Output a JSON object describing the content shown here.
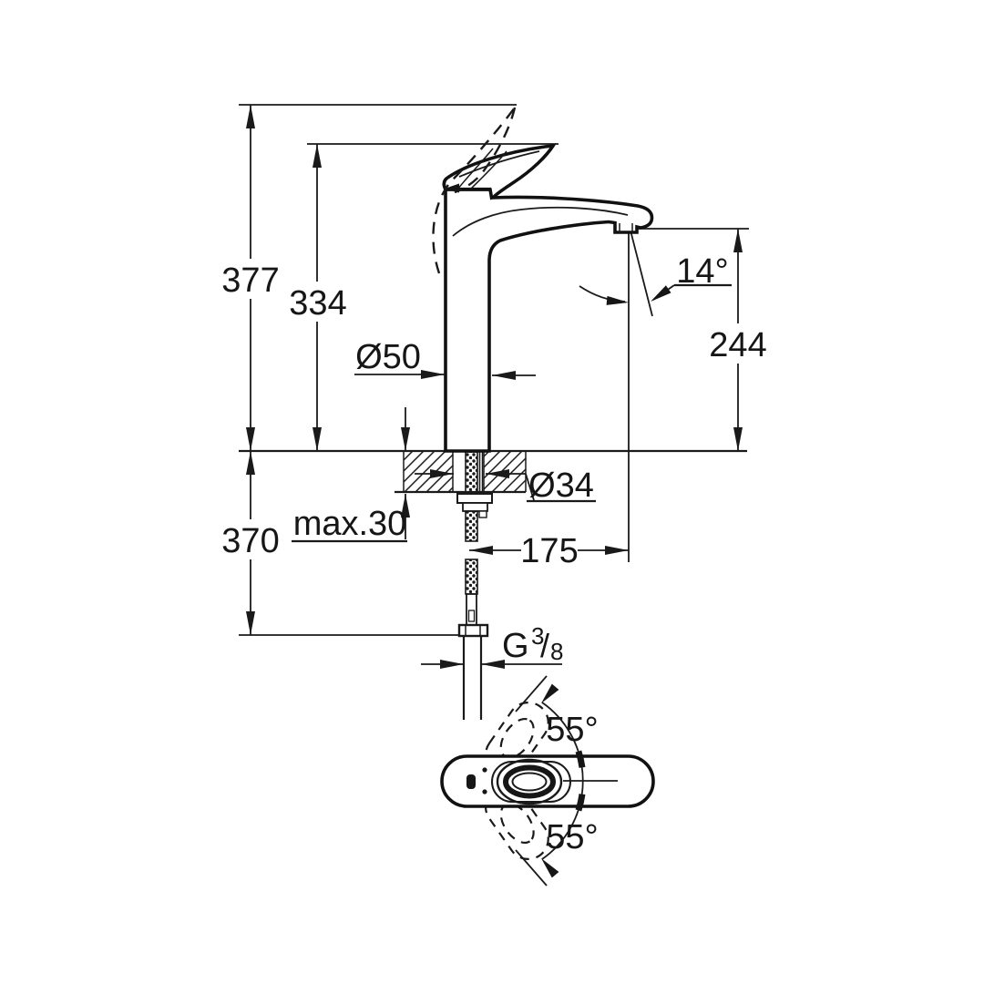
{
  "colors": {
    "ink": "#1a1a1a",
    "background": "#ffffff"
  },
  "side_view": {
    "overall_height": "377",
    "lever_tip_height": "334",
    "spout_outlet_height": "244",
    "spout_angle": "14°",
    "body_diameter": "Ø50",
    "mounting_hole_diameter": "Ø34",
    "max_counter_thickness": "max.30",
    "below_counter_depth": "370",
    "spout_reach": "175",
    "thread": {
      "g": "G",
      "numerator": "3",
      "slash": "/",
      "denominator": "8"
    }
  },
  "top_view": {
    "lever_swing_up": "55°",
    "lever_swing_down": "55°"
  }
}
